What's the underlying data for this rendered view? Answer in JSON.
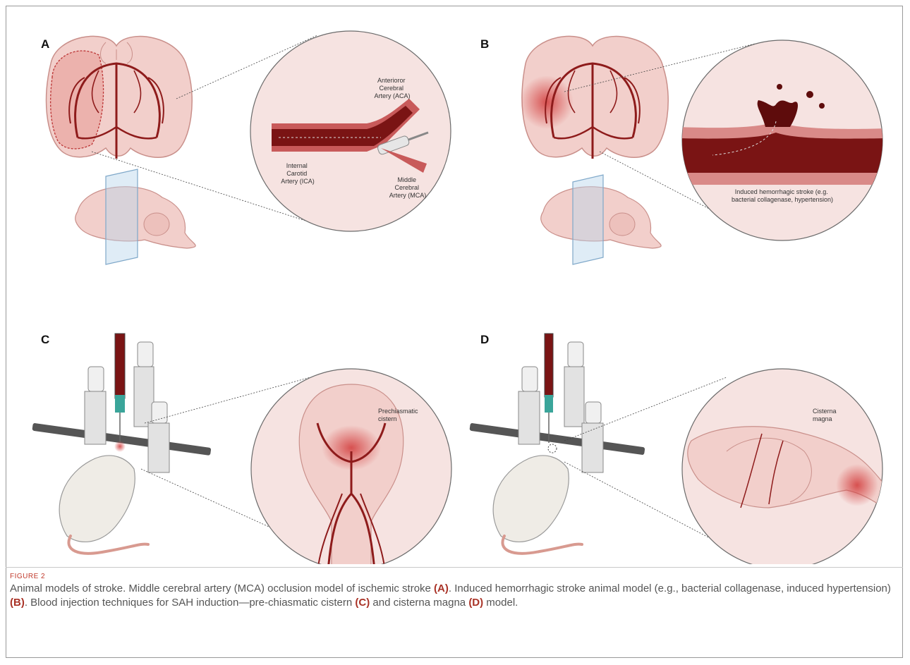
{
  "panels": {
    "A": {
      "letter": "A",
      "labels": {
        "aca": [
          "Anterioror",
          "Cerebral",
          "Artery (ACA)"
        ],
        "ica": [
          "Internal",
          "Carotid",
          "Artery (ICA)"
        ],
        "mca": [
          "Middle",
          "Cerebral",
          "Artery (MCA)"
        ]
      }
    },
    "B": {
      "letter": "B",
      "labels": {
        "caption": [
          "Induced hemorrhagic stroke (e.g.",
          "bacterial collagenase, hypertension)"
        ]
      }
    },
    "C": {
      "letter": "C",
      "labels": {
        "cistern": [
          "Prechiasmatic",
          "cistern"
        ]
      }
    },
    "D": {
      "letter": "D",
      "labels": {
        "cistern": [
          "Cisterna",
          "magna"
        ]
      }
    }
  },
  "figure": {
    "label": "FIGURE 2",
    "caption_parts": [
      {
        "text": "Animal models of stroke. Middle cerebral artery (MCA) occlusion model of ischemic stroke ",
        "bold": false
      },
      {
        "text": "(A)",
        "bold": true
      },
      {
        "text": ". Induced hemorrhagic stroke animal model (e.g., bacterial collagenase, induced hypertension) ",
        "bold": false
      },
      {
        "text": "(B)",
        "bold": true
      },
      {
        "text": ". Blood injection techniques for SAH induction—pre-chiasmatic cistern ",
        "bold": false
      },
      {
        "text": "(C)",
        "bold": true
      },
      {
        "text": " and cisterna magna ",
        "bold": false
      },
      {
        "text": "(D)",
        "bold": true
      },
      {
        "text": " model.",
        "bold": false
      }
    ]
  },
  "colors": {
    "artery": "#8e1b1b",
    "brain": "#f2cfcb",
    "brain_outline": "#c98f8a",
    "zoom_bg": "#f6e3e1",
    "blood": "#6b0f0f",
    "accent": "#c0392b"
  }
}
